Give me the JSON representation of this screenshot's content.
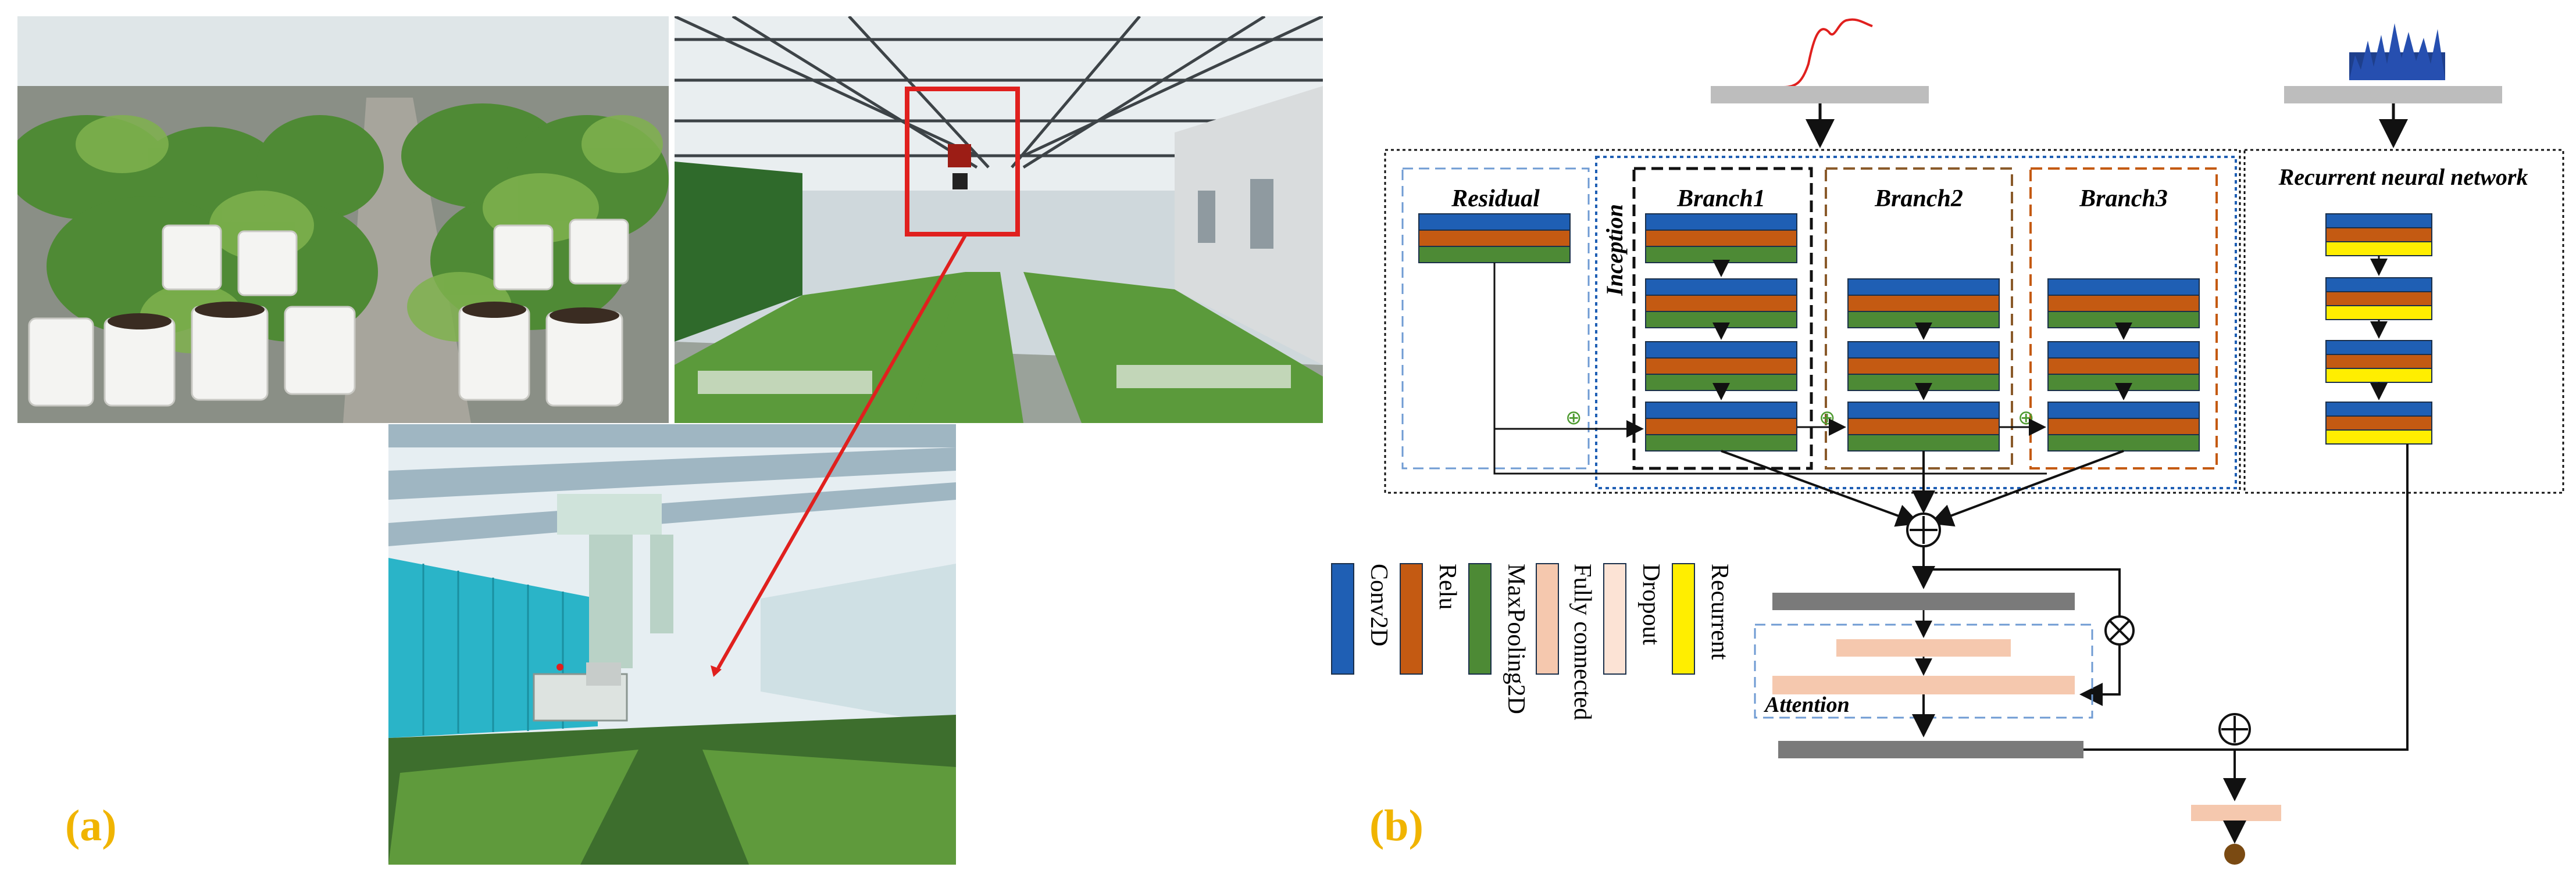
{
  "panel_labels": {
    "a": "(a)",
    "b": "(b)"
  },
  "photos": {
    "top_left": "greenhouse-potted-plants-photo",
    "top_right": "greenhouse-interior-camera-photo",
    "bottom": "greenhouse-3d-render"
  },
  "diagram": {
    "blocks": {
      "residual": "Residual",
      "inception": "Inception",
      "branch1": "Branch1",
      "branch2": "Branch2",
      "branch3": "Branch3",
      "rnn": "Recurrent neural network",
      "attention": "Attention"
    },
    "legend": [
      {
        "label": "Conv2D",
        "color": "#1f5fb4"
      },
      {
        "label": "Relu",
        "color": "#c45a12"
      },
      {
        "label": "MaxPooling2D",
        "color": "#4d8a35"
      },
      {
        "label": "Fully connected",
        "color": "#f5c8ae"
      },
      {
        "label": "Dropout",
        "color": "#fce3d5"
      },
      {
        "label": "Recurrent",
        "color": "#ffee00"
      }
    ],
    "operators": {
      "add": "⊕",
      "multiply": "⊗"
    }
  },
  "colors": {
    "conv": "#1f5fb4",
    "relu": "#c45a12",
    "pool": "#4d8a35",
    "recurrent": "#ffee00",
    "fc": "#f5c8ae",
    "dropout": "#fce3d5",
    "gray_bar": "#bdbdbd",
    "dark_bar": "#7a7a7a",
    "label": "#f0b400"
  }
}
